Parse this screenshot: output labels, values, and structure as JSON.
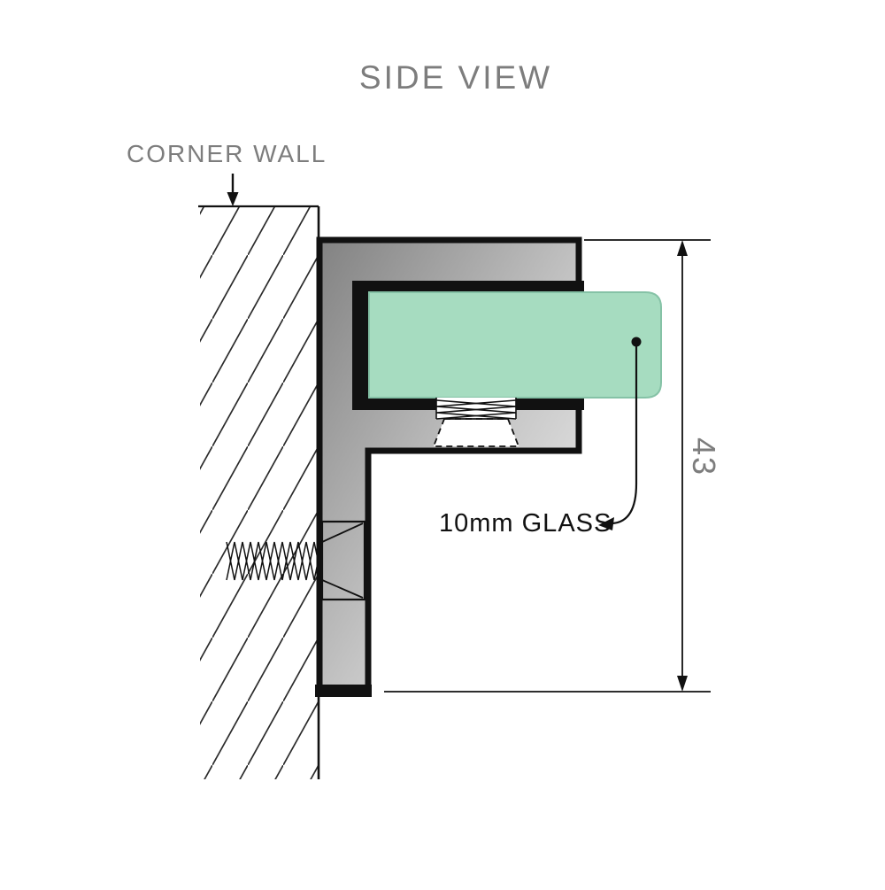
{
  "diagram": {
    "title": "SIDE VIEW",
    "wall_label": "CORNER WALL",
    "glass_label": "10mm GLASS",
    "dimension_value": "43",
    "colors": {
      "background": "#ffffff",
      "label_gray": "#7d7d7d",
      "outline": "#111111",
      "glass_fill": "#a6dcc0",
      "glass_stroke": "#85c2a6",
      "metal_dark": "#828282",
      "metal_mid": "#c6c6c6",
      "metal_light": "#f4f4f4",
      "hatch_line": "#2b2b2b"
    },
    "icons": {
      "wall_pointer": "down-arrow-icon",
      "glass_leader": "curved-leader-arrow-icon",
      "dimension": "double-headed-vertical-arrow-icon"
    }
  }
}
